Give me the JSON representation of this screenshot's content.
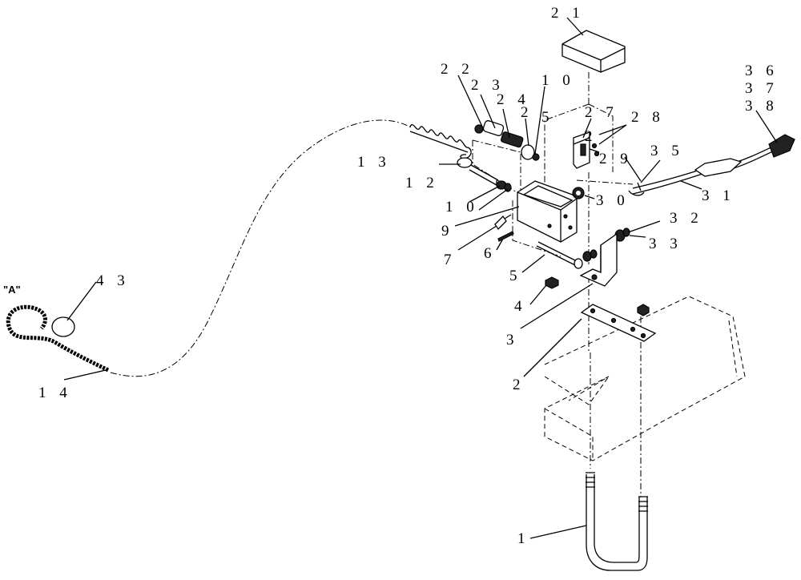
{
  "detail_label": "\"A\"",
  "callouts": {
    "c1": "1",
    "c2": "2",
    "c3": "3",
    "c4": "4",
    "c5a": "5",
    "c5b": "5",
    "c6": "6",
    "c7": "7",
    "c9": "9",
    "c10a": "1 0",
    "c10b": "1 0",
    "c12": "1 2",
    "c13": "1 3",
    "c14": "1 4",
    "c21": "2 1",
    "c22": "2 2",
    "c23": "2 3",
    "c24": "2 4",
    "c25": "2",
    "c27": "2 7",
    "c28": "2 8",
    "c29": "2 9",
    "c30": "3 0",
    "c31": "3 1",
    "c32": "3 2",
    "c33": "3 3",
    "c35": "3 5",
    "c36": "3 6",
    "c37": "3 7",
    "c38": "3 8",
    "c43": "4 3",
    "c2b": "2"
  }
}
